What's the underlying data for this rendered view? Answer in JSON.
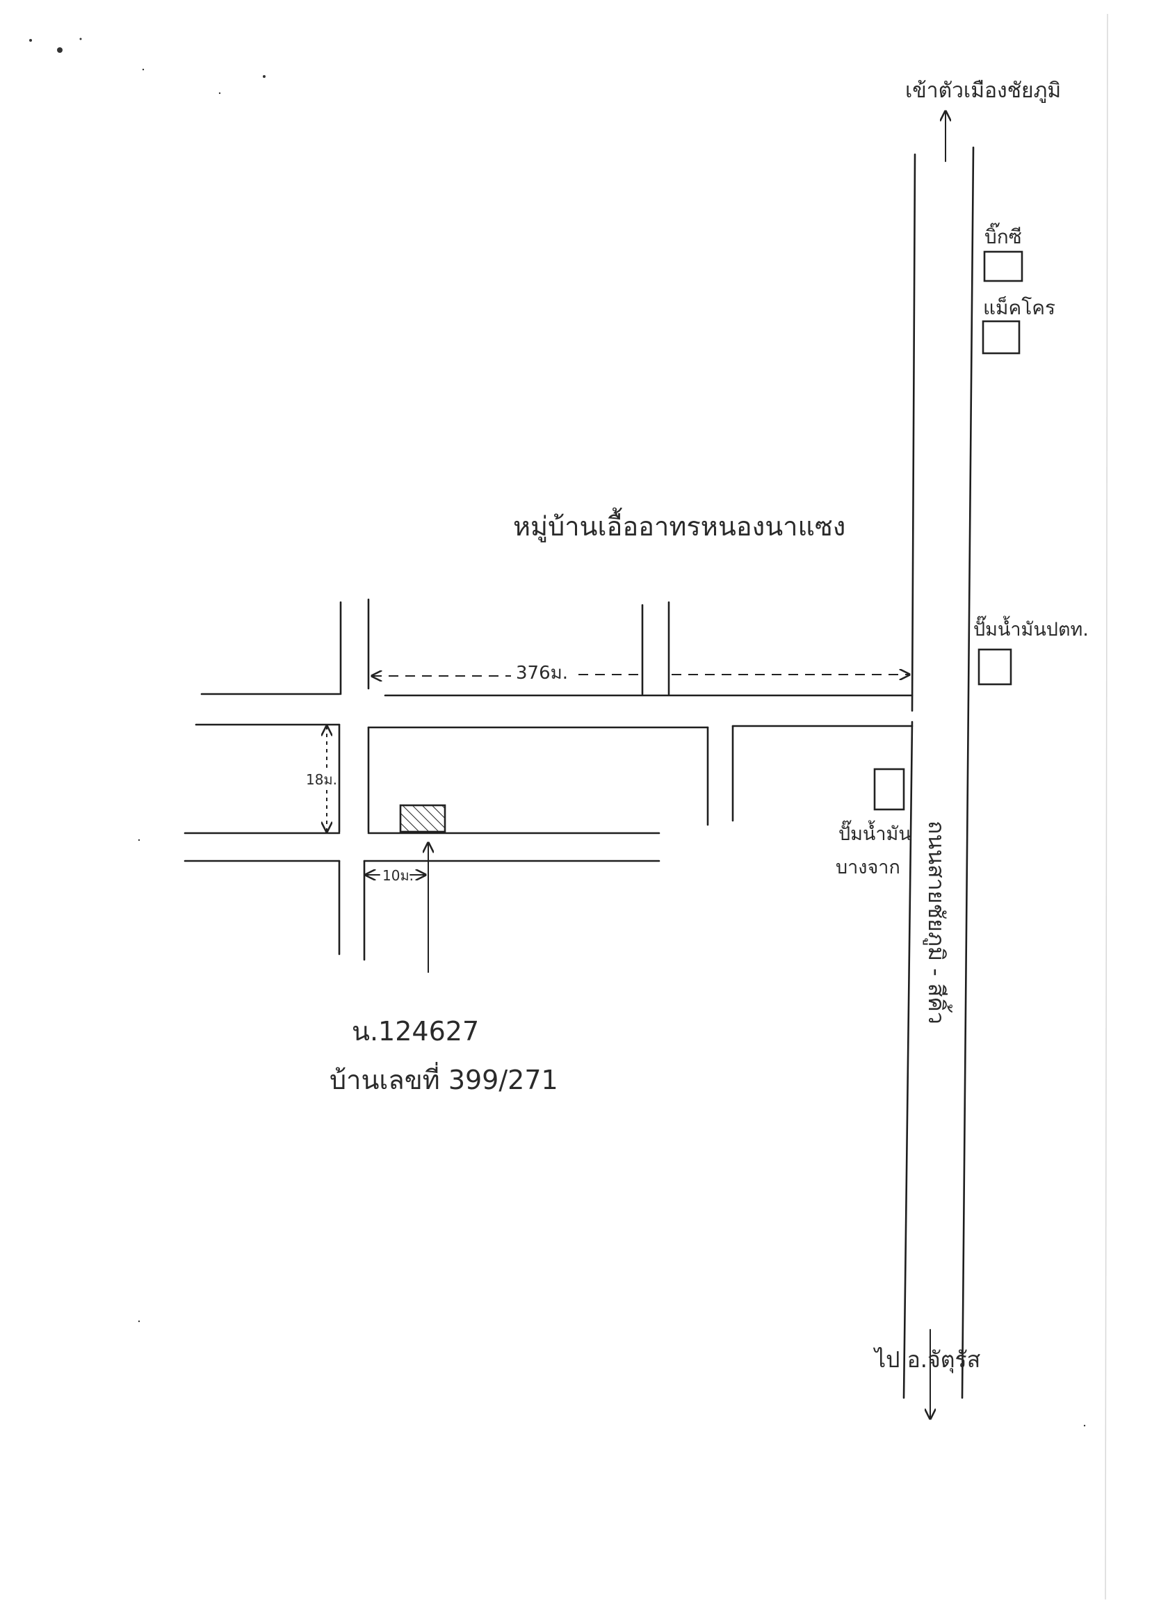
{
  "map": {
    "labels": {
      "to_city": "เข้าตัวเมืองชัยภูมิ",
      "to_district": "ไป อ.จัตุรัส",
      "village": "หมู่บ้านเอื้ออาทรหนองนาแซง",
      "main_road": "ถนนสายชัยภูมิ - สีคิ้ว",
      "big_c": "บิ๊กซี",
      "makro": "แม็คโคร",
      "ptt_station": "ปั๊มน้ำมันปตท.",
      "bangchak_line1": "ปั๊มน้ำมัน",
      "bangchak_line2": "บางจาก",
      "dist_376": "376ม.",
      "dist_18": "18ม.",
      "dist_10": "10ม.",
      "deed_no": "น.124627",
      "house_no": "บ้านเลขที่ 399/271"
    },
    "colors": {
      "ink": "#1e1e1e",
      "paper": "#ffffff",
      "hatch": "#222222"
    }
  }
}
